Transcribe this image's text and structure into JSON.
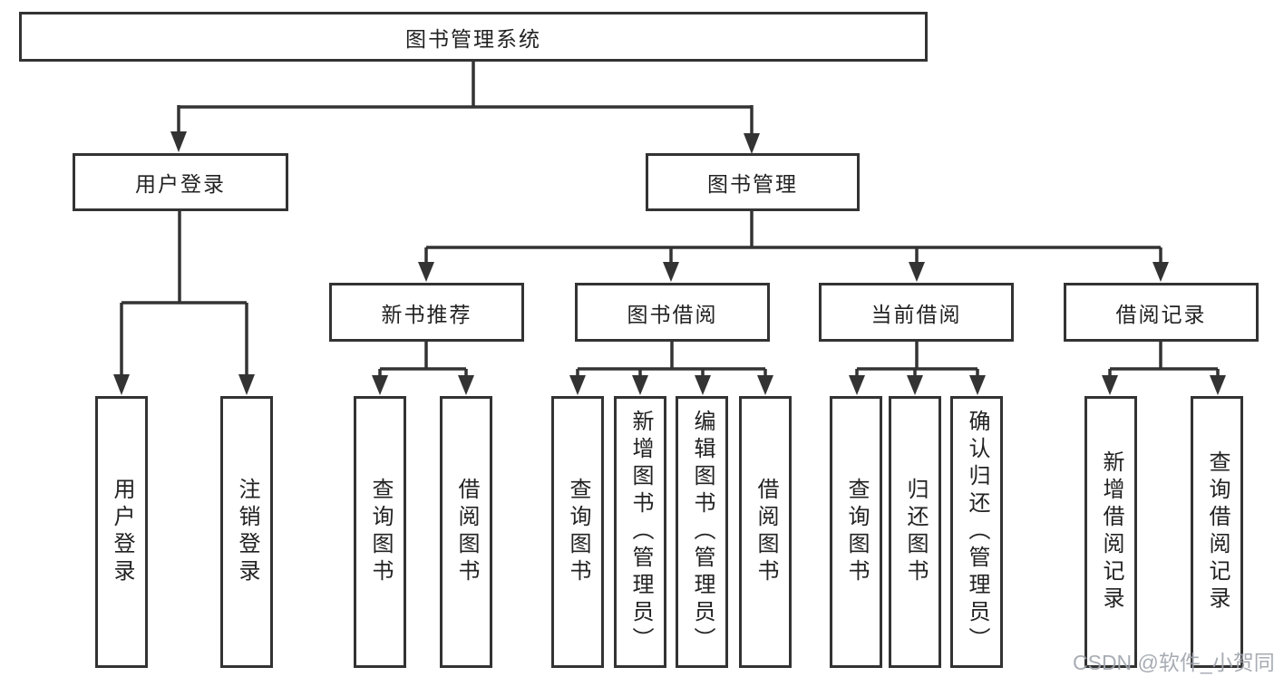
{
  "diagram": {
    "title": "图书管理系统",
    "root": {
      "label": "图书管理系统"
    },
    "level2": [
      {
        "label": "用户登录"
      },
      {
        "label": "图书管理"
      }
    ],
    "level3": [
      {
        "label": "新书推荐"
      },
      {
        "label": "图书借阅"
      },
      {
        "label": "当前借阅"
      },
      {
        "label": "借阅记录"
      }
    ],
    "leaves": [
      {
        "parent": "用户登录",
        "label": "用户登录"
      },
      {
        "parent": "用户登录",
        "label": "注销登录"
      },
      {
        "parent": "新书推荐",
        "label": "查询图书"
      },
      {
        "parent": "新书推荐",
        "label": "借阅图书"
      },
      {
        "parent": "图书借阅",
        "label": "查询图书"
      },
      {
        "parent": "图书借阅",
        "label": "新增图书（管理员）"
      },
      {
        "parent": "图书借阅",
        "label": "编辑图书（管理员）"
      },
      {
        "parent": "图书借阅",
        "label": "借阅图书"
      },
      {
        "parent": "当前借阅",
        "label": "查询图书"
      },
      {
        "parent": "当前借阅",
        "label": "归还图书"
      },
      {
        "parent": "当前借阅",
        "label": "确认归还（管理员）"
      },
      {
        "parent": "借阅记录",
        "label": "新增借阅记录"
      },
      {
        "parent": "借阅记录",
        "label": "查询借阅记录"
      }
    ],
    "colors": {
      "line": "#333333",
      "box_border": "#333333",
      "text": "#222222",
      "watermark": "#9ea4ac",
      "background": "#ffffff"
    }
  },
  "watermark": {
    "text": "CSDN @软件_小贺同学"
  }
}
